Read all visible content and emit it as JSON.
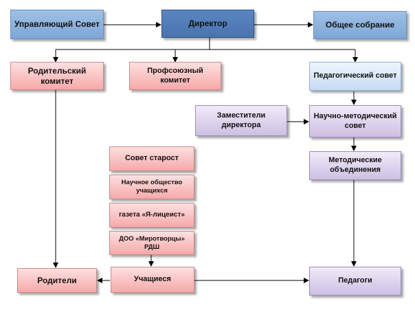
{
  "nodes": {
    "governing_council": "Управляющий Совет",
    "director": "Директор",
    "general_meeting": "Общее собрание",
    "parent_committee": "Родительский комитет",
    "union_committee": "Профсоюзный комитет",
    "pedagogical_council": "Педагогический совет",
    "deputy_directors": "Заместители директора",
    "scientific_council": "Научно-методический совет",
    "method_associations": "Методические объединения",
    "council_of_elders": "Совет старост",
    "student_society": "Научное общество учащихся",
    "newspaper": "газета «Я-лицеист»",
    "doo": "ДОО «Миротворцы» РДШ",
    "parents": "Родители",
    "students": "Учащиеся",
    "teachers": "Педагоги"
  },
  "colors": {
    "director": "#4a74b0",
    "top_side": "#8fb3e0",
    "pedagogical": "#dbe8f7",
    "pink": "#f9b8b8",
    "violet": "#ddd2ee"
  }
}
